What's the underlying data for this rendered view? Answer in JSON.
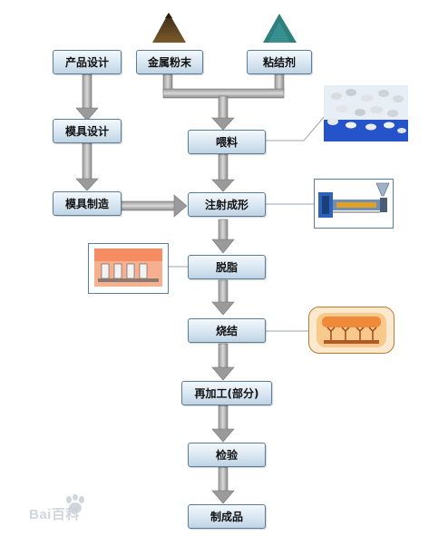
{
  "flow": {
    "design_product": "产品设计",
    "metal_powder": "金属粉末",
    "binder": "粘结剂",
    "mold_design": "模具设计",
    "feeding": "喂料",
    "mold_making": "模具制造",
    "injection_molding": "注射成形",
    "debinding": "脱脂",
    "sintering": "烧结",
    "reprocessing": "再加工(部分)",
    "inspection": "检验",
    "product": "制成品"
  },
  "watermark": {
    "text": "Bai百科"
  }
}
